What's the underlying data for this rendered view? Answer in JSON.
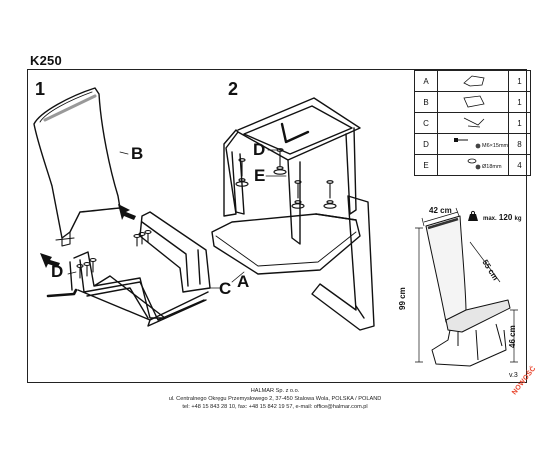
{
  "document": {
    "model": "K250",
    "version": "v.3",
    "stamp": "NOWOŚĆ"
  },
  "steps": {
    "step1_number": "1",
    "step2_number": "2"
  },
  "callouts": {
    "step1_B": "B",
    "step1_D": "D",
    "step1_C": "C",
    "step1_A": "A",
    "step2_D": "D",
    "step2_E": "E"
  },
  "parts": [
    {
      "letter": "A",
      "qty": "1"
    },
    {
      "letter": "B",
      "qty": "1"
    },
    {
      "letter": "C",
      "qty": "1"
    },
    {
      "letter": "D",
      "qty": "8",
      "spec": "M6×15mm"
    },
    {
      "letter": "E",
      "qty": "4",
      "spec": "Ø18mm"
    }
  ],
  "dimensions": {
    "width": "42 cm",
    "depth": "55 cm",
    "height": "99 cm",
    "seat_height": "46 cm",
    "max_load_prefix": "max.",
    "max_load_value": "120",
    "max_load_unit": "kg"
  },
  "footer": {
    "company": "HALMAR Sp. z o.o.",
    "address": "ul. Centralnego Okręgu Przemysłowego 2, 37-450 Stalowa Wola, POLSKA / POLAND",
    "contact": "tel: +48 15 843 28 10, fax: +48 15 842 19 57, e-mail: office@halmar.com.pl"
  }
}
